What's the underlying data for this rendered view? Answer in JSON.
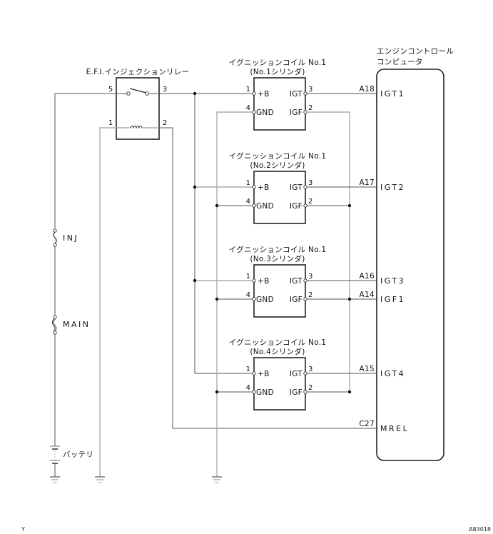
{
  "relay": {
    "title": "E.F.I.インジェクションリレー",
    "pins": {
      "p5": "5",
      "p3": "3",
      "p1": "1",
      "p2": "2"
    }
  },
  "coils": [
    {
      "title": "イグニッションコイル No.1",
      "subtitle": "(No.1シリンダ)",
      "pin_b": "1",
      "pin_gnd": "4",
      "pin_igt": "3",
      "pin_igf": "2",
      "lbl_b": "+B",
      "lbl_gnd": "GND",
      "lbl_igt": "IGT",
      "lbl_igf": "IGF"
    },
    {
      "title": "イグニッションコイル No.1",
      "subtitle": "(No.2シリンダ)",
      "pin_b": "1",
      "pin_gnd": "4",
      "pin_igt": "3",
      "pin_igf": "2",
      "lbl_b": "+B",
      "lbl_gnd": "GND",
      "lbl_igt": "IGT",
      "lbl_igf": "IGF"
    },
    {
      "title": "イグニッションコイル No.1",
      "subtitle": "(No.3シリンダ)",
      "pin_b": "1",
      "pin_gnd": "4",
      "pin_igt": "3",
      "pin_igf": "2",
      "lbl_b": "+B",
      "lbl_gnd": "GND",
      "lbl_igt": "IGT",
      "lbl_igf": "IGF"
    },
    {
      "title": "イグニッションコイル No.1",
      "subtitle": "(No.4シリンダ)",
      "pin_b": "1",
      "pin_gnd": "4",
      "pin_igt": "3",
      "pin_igf": "2",
      "lbl_b": "+B",
      "lbl_gnd": "GND",
      "lbl_igt": "IGT",
      "lbl_igf": "IGF"
    }
  ],
  "ecu": {
    "title_line1": "エンジンコントロール",
    "title_line2": "コンピュータ",
    "terminals": [
      {
        "connector": "A18",
        "signal": "IGT1"
      },
      {
        "connector": "A17",
        "signal": "IGT2"
      },
      {
        "connector": "A16",
        "signal": "IGT3"
      },
      {
        "connector": "A14",
        "signal": "IGF1"
      },
      {
        "connector": "A15",
        "signal": "IGT4"
      },
      {
        "connector": "C27",
        "signal": "MREL"
      }
    ]
  },
  "fuses": {
    "inj": "INJ",
    "main": "MAIN"
  },
  "battery": {
    "label": "バッテリ"
  },
  "footer": {
    "left": "Y",
    "right": "A83018"
  }
}
